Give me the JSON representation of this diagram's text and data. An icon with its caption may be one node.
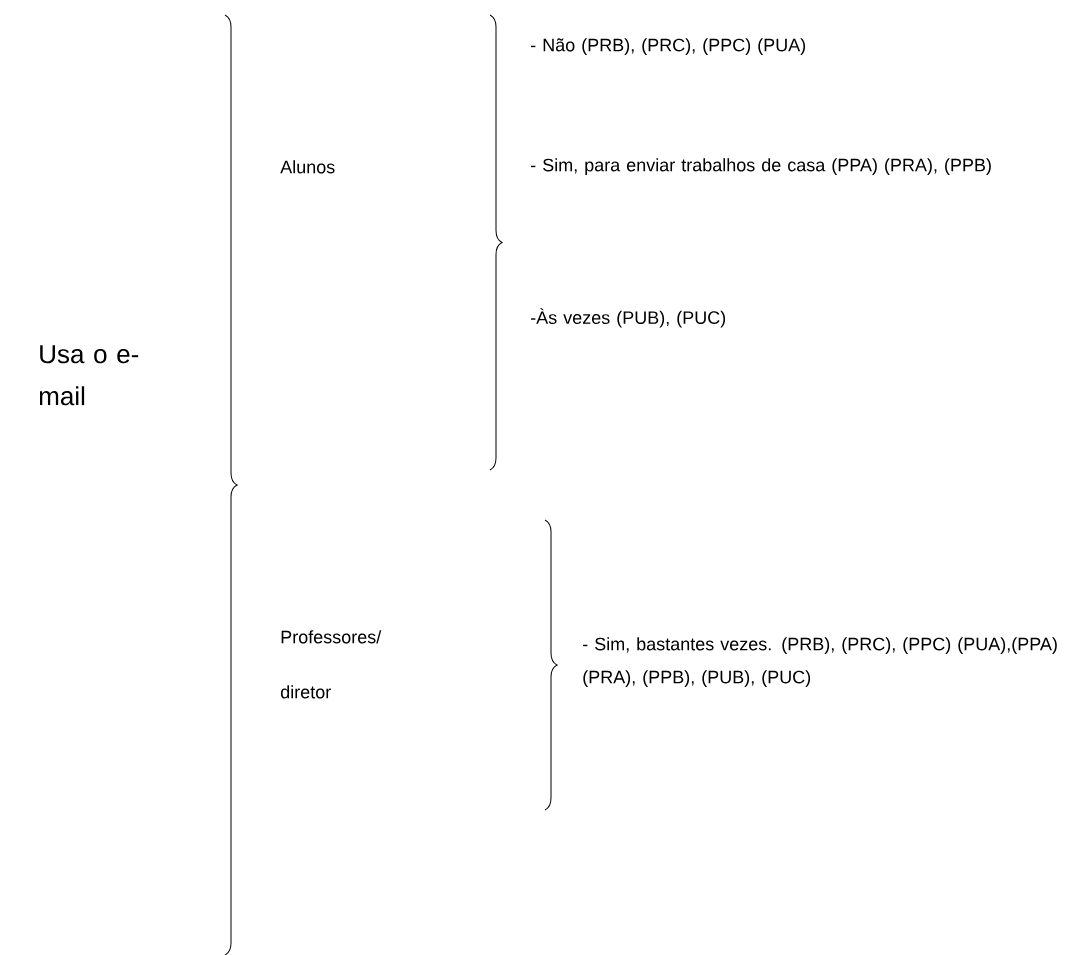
{
  "diagram": {
    "labels": [
      "Usa o e-mail",
      "Alunos",
      "- Não (PRB), (PRC), (PPC) (PUA)",
      "- Sim, para enviar trabalhos de casa (PPA) (PRA), (PPB)",
      "-Às vezes (PUB), (PUC)",
      "Professores/ diretor",
      "- Sim, bastantes vezes. (PRB), (PRC), (PPC) (PUA),(PPA) (PRA), (PPB), (PUB), (PUC)"
    ]
  }
}
